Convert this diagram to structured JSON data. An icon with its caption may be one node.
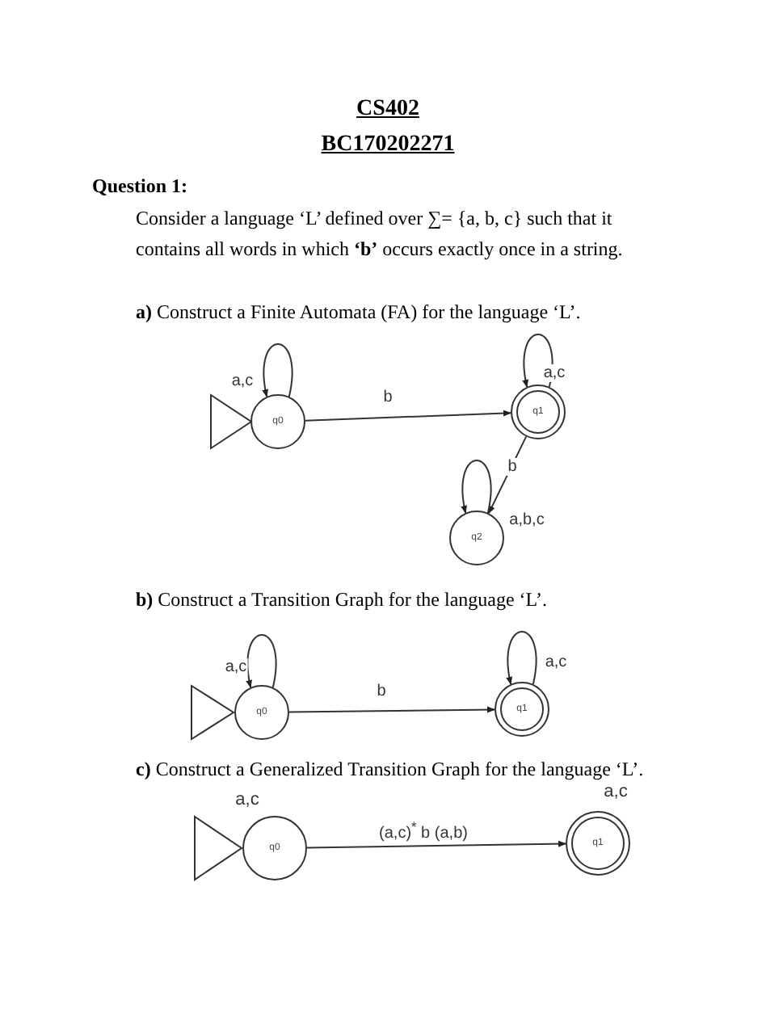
{
  "diagram": {
    "title": "CS402",
    "nodes": [
      {
        "text": [],
        "shape": "triangle"
      },
      {
        "text": [
          "q0"
        ]
      },
      {
        "text": [
          "q1"
        ]
      },
      {
        "text": [
          "q2"
        ]
      },
      {
        "text": [],
        "shape": "triangle"
      },
      {
        "text": [
          "q0"
        ]
      },
      {
        "text": [
          "q1"
        ]
      },
      {
        "text": [],
        "shape": "triangle"
      },
      {
        "text": [
          "q0"
        ]
      },
      {
        "text": [
          "q1"
        ]
      }
    ],
    "edges": [
      {
        "from": 1,
        "to": 1,
        "arrow": "to",
        "label": "a,c"
      },
      {
        "from": 1,
        "to": 2,
        "arrow": "to",
        "label": "b"
      },
      {
        "from": 2,
        "to": 2,
        "arrow": "to",
        "label": "a,c"
      },
      {
        "from": 2,
        "to": 3,
        "arrow": "to",
        "label": "b"
      },
      {
        "from": 3,
        "to": 3,
        "arrow": "to",
        "label": "a,b,c"
      },
      {
        "from": 5,
        "to": 5,
        "arrow": "to",
        "label": "a,c"
      },
      {
        "from": 5,
        "to": 6,
        "arrow": "to",
        "label": "b"
      },
      {
        "from": 6,
        "to": 6,
        "arrow": "to",
        "label": "a,c"
      },
      {
        "from": 8,
        "to": 9,
        "arrow": "to",
        "label": "(a,c)$^{*}$ b (a,b)"
      }
    ],
    "labels": [
      "BC170202271",
      "Question 1:",
      "Consider a language ‘L’ defined over ∑= {a, b, c} such that it contains all words in which **‘b’** occurs exactly once in a string.",
      "**a)** Construct a Finite Automata (FA) for the language ‘L’.",
      "**b)** Construct a Transition Graph for the language ‘L’.",
      "**c)** Construct a Generalized Transition Graph for the language ‘L’.",
      "a,c",
      "a,c"
    ]
  }
}
